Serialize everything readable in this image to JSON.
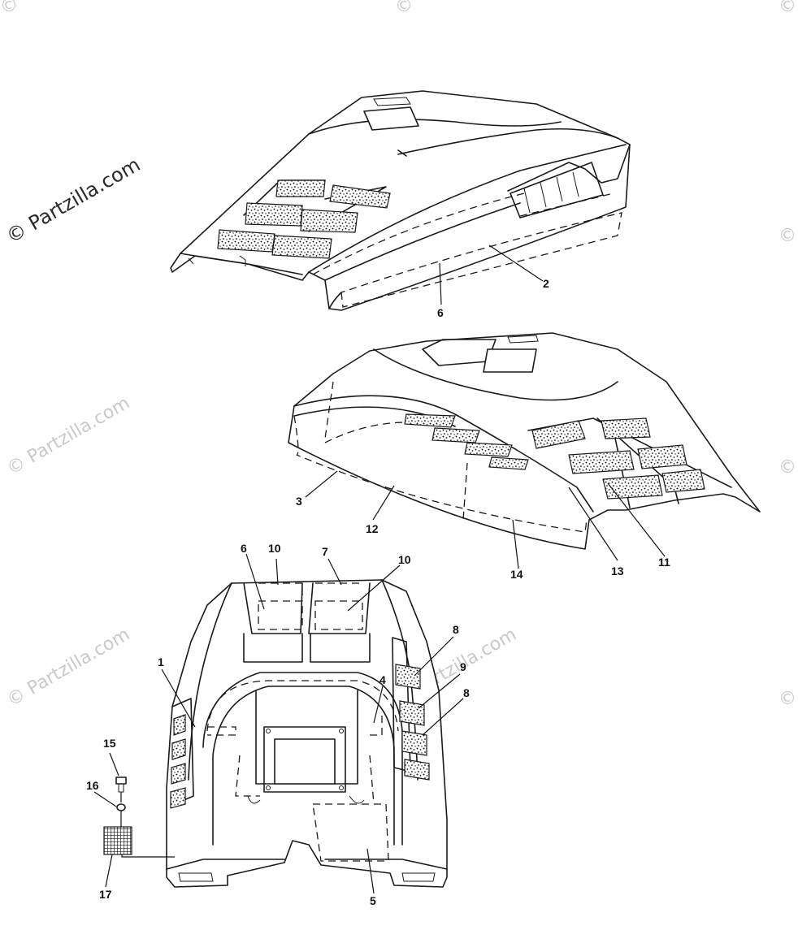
{
  "watermarks": {
    "main": "© Partzilla.com",
    "faint": "© Partzilla.com",
    "edge": "©"
  },
  "callouts": {
    "c1": "1",
    "c2": "2",
    "c3": "3",
    "c4": "4",
    "c5": "5",
    "c6a": "6",
    "c6b": "6",
    "c7": "7",
    "c8a": "8",
    "c8b": "8",
    "c9": "9",
    "c10a": "10",
    "c10b": "10",
    "c11": "11",
    "c12": "12",
    "c13": "13",
    "c14": "14",
    "c15": "15",
    "c16": "16",
    "c17": "17"
  }
}
